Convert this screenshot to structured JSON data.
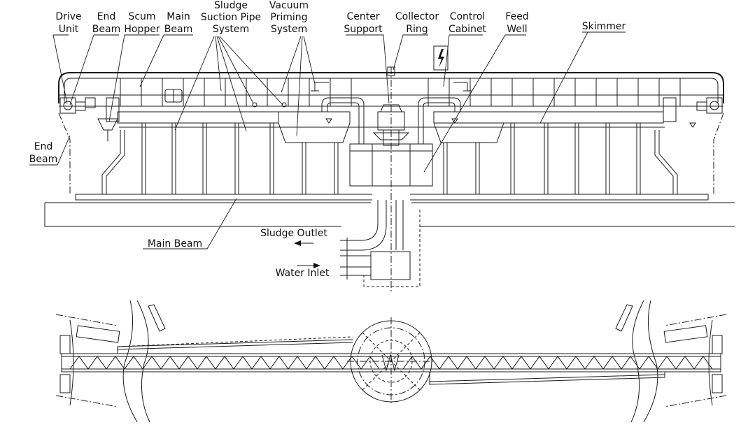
{
  "labels": {
    "drive_unit": [
      "Drive",
      "Unit"
    ],
    "end_beam_top": [
      "End",
      "Beam"
    ],
    "scum_hopper": [
      "Scum",
      "Hopper"
    ],
    "main_beam_top": [
      "Main",
      "Beam"
    ],
    "sludge_suction": [
      "Sludge",
      "Suction Pipe",
      "System"
    ],
    "vacuum_priming": [
      "Vacuum",
      "Priming",
      "System"
    ],
    "center_support": [
      "Center",
      "Support"
    ],
    "collector_ring": [
      "Collector",
      "Ring"
    ],
    "control_cabinet": [
      "Control",
      "Cabinet"
    ],
    "feed_well": [
      "Feed",
      "Well"
    ],
    "skimmer": "Skimmer",
    "end_beam_side": [
      "End",
      "Beam"
    ],
    "main_beam_bottom": "Main Beam",
    "sludge_outlet": "Sludge Outlet",
    "water_inlet": "Water Inlet"
  },
  "symbols": {
    "electric_hazard": "lightning-icon",
    "flow_arrow_out": "left-arrow-icon",
    "flow_arrow_in": "right-arrow-icon"
  }
}
